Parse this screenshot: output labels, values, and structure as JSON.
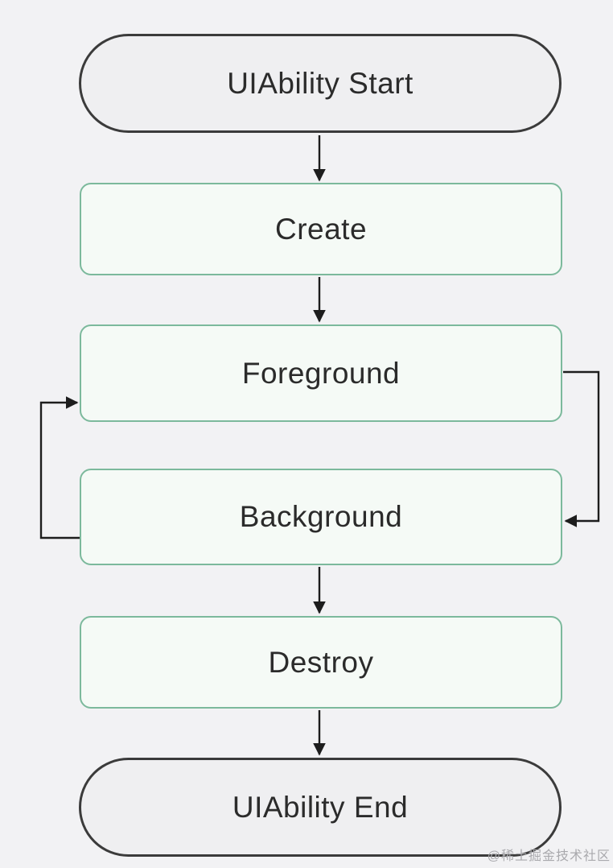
{
  "diagram": {
    "title": "UIAbility lifecycle flowchart",
    "colors": {
      "background": "#f2f2f4",
      "terminal_fill": "#efeff1",
      "terminal_border": "#3b3b3b",
      "state_fill": "#f5faf6",
      "state_border": "#7cb99c",
      "arrow": "#1d1d1d",
      "text": "#2b2b2b"
    },
    "nodes": [
      {
        "id": "start",
        "label": "UIAbility Start",
        "type": "terminal"
      },
      {
        "id": "create",
        "label": "Create",
        "type": "state"
      },
      {
        "id": "foreground",
        "label": "Foreground",
        "type": "state"
      },
      {
        "id": "background",
        "label": "Background",
        "type": "state"
      },
      {
        "id": "destroy",
        "label": "Destroy",
        "type": "state"
      },
      {
        "id": "end",
        "label": "UIAbility End",
        "type": "terminal"
      }
    ],
    "edges": [
      {
        "from": "start",
        "to": "create",
        "route": "straight-down"
      },
      {
        "from": "create",
        "to": "foreground",
        "route": "straight-down"
      },
      {
        "from": "foreground",
        "to": "background",
        "route": "right-side-loop"
      },
      {
        "from": "background",
        "to": "foreground",
        "route": "left-side-loop"
      },
      {
        "from": "background",
        "to": "destroy",
        "route": "straight-down"
      },
      {
        "from": "destroy",
        "to": "end",
        "route": "straight-down"
      }
    ]
  },
  "watermark": {
    "text": "@稀土掘金技术社区"
  }
}
